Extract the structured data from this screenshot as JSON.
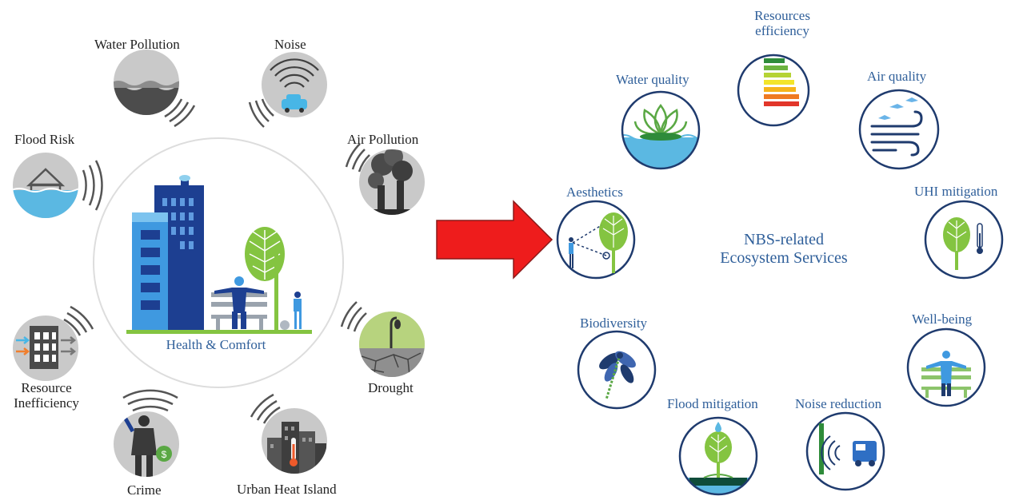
{
  "left_panel": {
    "center_label": "Health & Comfort",
    "problems": [
      {
        "id": "water-pollution",
        "label": "Water Pollution"
      },
      {
        "id": "noise",
        "label": "Noise"
      },
      {
        "id": "air-pollution",
        "label": "Air Pollution"
      },
      {
        "id": "flood-risk",
        "label": "Flood Risk"
      },
      {
        "id": "drought",
        "label": "Drought"
      },
      {
        "id": "resource-inefficiency",
        "label_line1": "Resource",
        "label_line2": "Inefficiency"
      },
      {
        "id": "crime",
        "label": "Crime"
      },
      {
        "id": "urban-heat-island",
        "label": "Urban Heat Island"
      }
    ]
  },
  "right_panel": {
    "title_line1": "NBS-related",
    "title_line2": "Ecosystem Services",
    "services": [
      {
        "id": "resources-efficiency",
        "label_line1": "Resources",
        "label_line2": "efficiency"
      },
      {
        "id": "water-quality",
        "label": "Water quality"
      },
      {
        "id": "air-quality",
        "label": "Air quality"
      },
      {
        "id": "aesthetics",
        "label": "Aesthetics"
      },
      {
        "id": "uhi-mitigation",
        "label": "UHI mitigation"
      },
      {
        "id": "biodiversity",
        "label": "Biodiversity"
      },
      {
        "id": "well-being",
        "label": "Well-being"
      },
      {
        "id": "flood-mitigation",
        "label": "Flood mitigation"
      },
      {
        "id": "noise-reduction",
        "label": "Noise reduction"
      }
    ]
  },
  "colors": {
    "arrow": "#ee1c1c",
    "service_ring": "#1f3b6e",
    "problem_circle": "#c9c9c9",
    "water": "#5bb8e2",
    "leaf_green": "#7fc242",
    "label_blue": "#2f5f9a"
  }
}
